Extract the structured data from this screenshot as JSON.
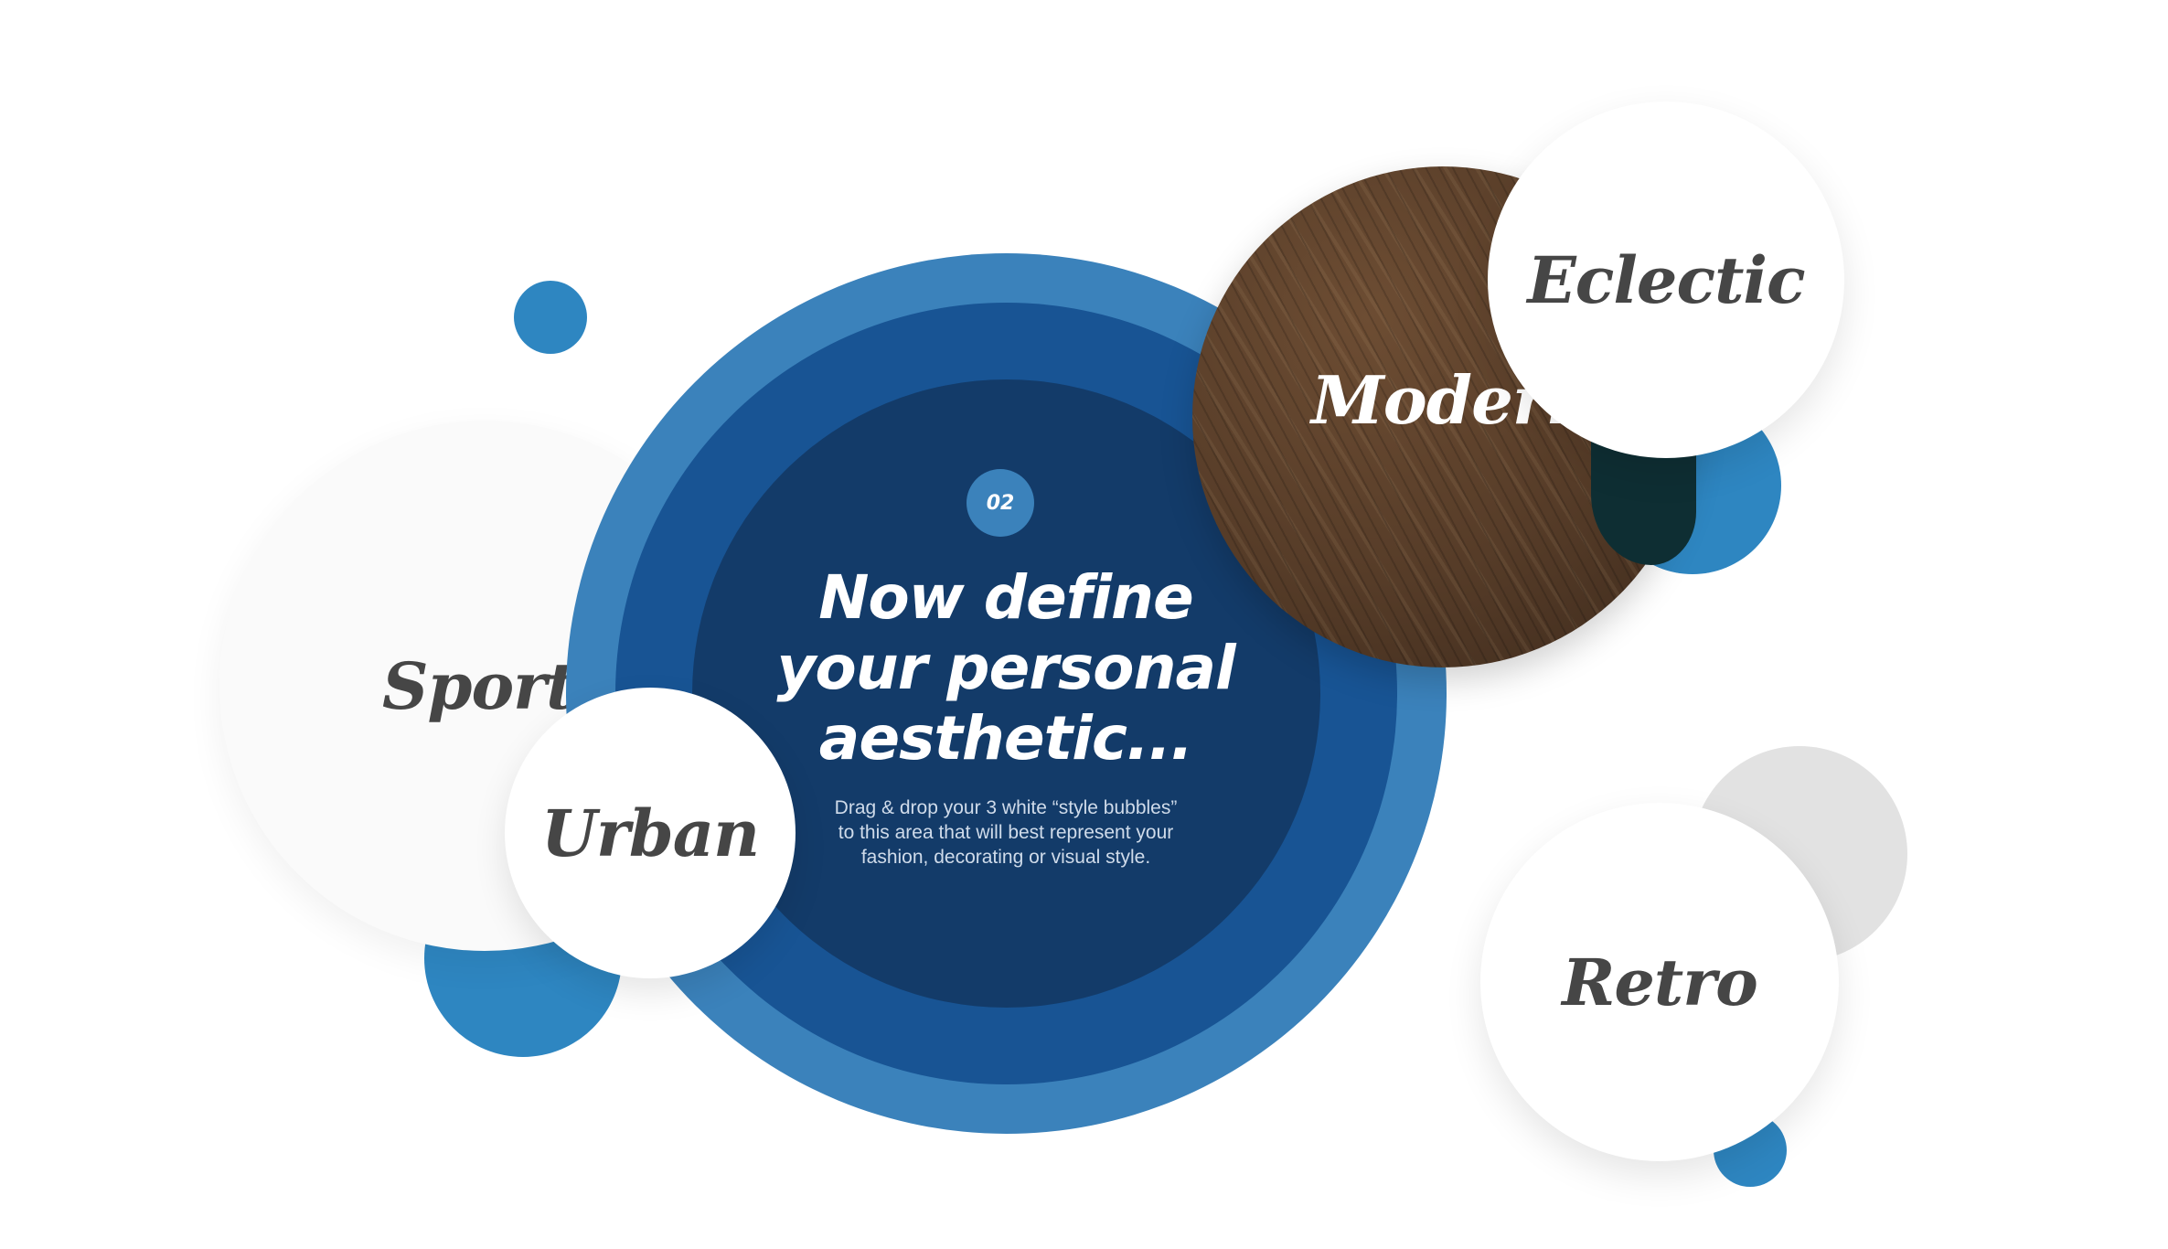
{
  "colors": {
    "ring_outer": "#3b82bb",
    "ring_mid": "#185494",
    "ring_inner": "#133b69",
    "accent_dot": "#2e86c1",
    "grey_dot": "#e2e2e2",
    "bubble_text": "#464646"
  },
  "target": {
    "step_number": "02",
    "headline_lines": [
      "Now define",
      "your personal",
      "aesthetic..."
    ],
    "instruction_lines": [
      "Drag & drop your 3 white “style bubbles”",
      "to this area that will best represent your",
      "fashion, decorating or visual style."
    ]
  },
  "bubbles": {
    "sporty": "Sporty",
    "urban": "Urban",
    "modern": "Modern",
    "eclectic": "Eclectic",
    "retro": "Retro"
  }
}
